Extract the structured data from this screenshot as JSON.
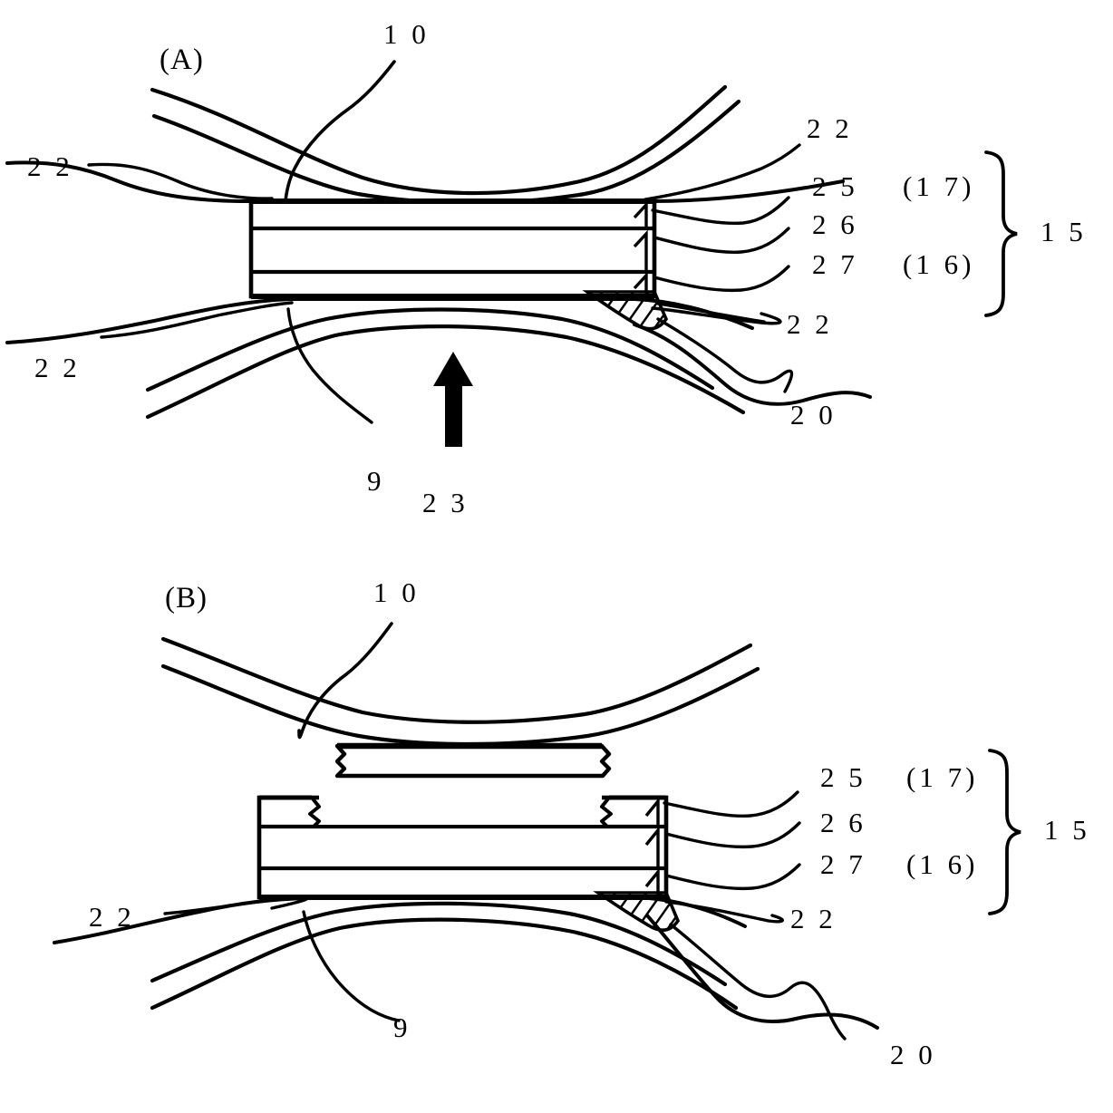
{
  "figure": {
    "title": "Sectional views of layered sheet applied to tissue",
    "background_color": "#ffffff",
    "ink_color": "#000000"
  },
  "panels": [
    {
      "id": "A",
      "label": "(A)",
      "description": "Layered body 15 pressed between tissue layers with arrow 23 indicating applied pressure"
    },
    {
      "id": "B",
      "label": "(B)",
      "description": "Top layer 25 (17) separated as a peeled strip above the remaining layered body 15"
    }
  ],
  "panel_a": {
    "panel_label": "(A)",
    "labels": {
      "ten": "1 0",
      "twentytwo_upper_left": "2 2",
      "twentytwo_upper_right": "2 2",
      "twentyfive": "2 5",
      "twentyfive_alt": "(1 7)",
      "twentysix": "2 6",
      "twentyseven": "2 7",
      "twentyseven_alt": "(1 6)",
      "fifteen": "1 5",
      "twentytwo_mid_right": "2 2",
      "twentytwo_lower_left": "2 2",
      "twenty": "2 0",
      "nine": "9",
      "twentythree": "2 3"
    }
  },
  "panel_b": {
    "panel_label": "(B)",
    "labels": {
      "ten": "1 0",
      "twentyfive": "2 5",
      "twentyfive_alt": "(1 7)",
      "twentysix": "2 6",
      "twentyseven": "2 7",
      "twentyseven_alt": "(1 6)",
      "fifteen": "1 5",
      "twentytwo_right": "2 2",
      "twentytwo_left": "2 2",
      "nine": "9",
      "twenty": "2 0"
    }
  },
  "components": {
    "layer_top": {
      "ref": "25",
      "alt_ref": "17",
      "name": "top-layer"
    },
    "layer_middle": {
      "ref": "26",
      "name": "middle-layer"
    },
    "layer_bottom": {
      "ref": "27",
      "alt_ref": "16",
      "name": "bottom-layer"
    },
    "stack": {
      "ref": "15",
      "name": "layered-body"
    },
    "tissue_upper": {
      "ref": "10",
      "name": "upper-tissue"
    },
    "tissue_lower": {
      "ref": "9",
      "name": "lower-tissue"
    },
    "tissue_wall": {
      "ref": "22",
      "name": "tissue-wall"
    },
    "organ": {
      "ref": "20",
      "name": "organ"
    },
    "pressure_arrow": {
      "ref": "23",
      "name": "pressure-arrow"
    }
  }
}
